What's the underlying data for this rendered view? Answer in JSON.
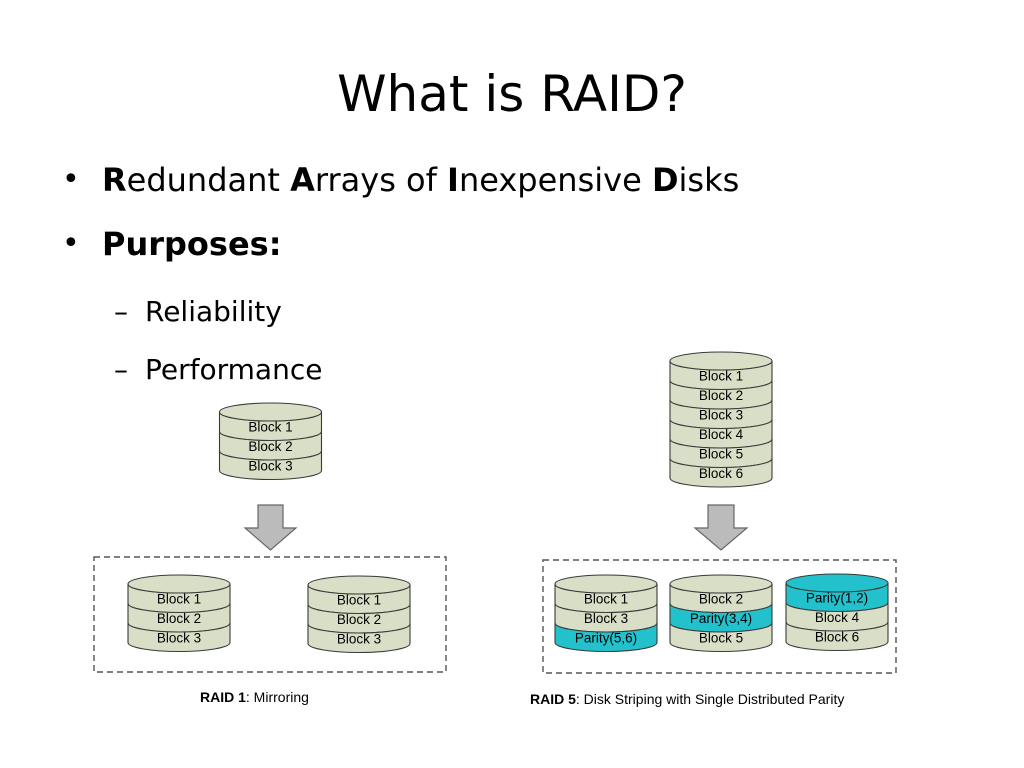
{
  "slide": {
    "title": "What is RAID?"
  },
  "bullets": {
    "item1": {
      "r_bold": "R",
      "r_rest": "edundant ",
      "a_bold": "A",
      "a_rest": "rrays of ",
      "i_bold": "I",
      "i_rest": "nexpensive ",
      "d_bold": "D",
      "d_rest": "isks"
    },
    "item2": "Purposes:",
    "sub": [
      "Reliability",
      "Performance"
    ]
  },
  "raid1": {
    "source_disk": [
      "Block 1",
      "Block 2",
      "Block 3"
    ],
    "disks": [
      [
        "Block 1",
        "Block 2",
        "Block 3"
      ],
      [
        "Block 1",
        "Block 2",
        "Block 3"
      ]
    ],
    "caption_bold": "RAID 1",
    "caption_rest": ": Mirroring"
  },
  "raid5": {
    "source_disk": [
      "Block 1",
      "Block 2",
      "Block 3",
      "Block 4",
      "Block 5",
      "Block 6"
    ],
    "disks": [
      [
        "Block 1",
        "Block 3",
        "Parity(5,6)"
      ],
      [
        "Block 2",
        "Parity(3,4)",
        "Block 5"
      ],
      [
        "Parity(1,2)",
        "Block 4",
        "Block 6"
      ]
    ],
    "parity_positions": [
      2,
      1,
      0
    ],
    "caption_bold": "RAID 5",
    "caption_rest": ": Disk Striping with Single Distributed Parity"
  },
  "colors": {
    "block": "#d8dfc6",
    "parity": "#22c1cc",
    "outline": "#3a3a3a",
    "arrow": "#bbbbbb",
    "dashed_box": "#555555"
  }
}
